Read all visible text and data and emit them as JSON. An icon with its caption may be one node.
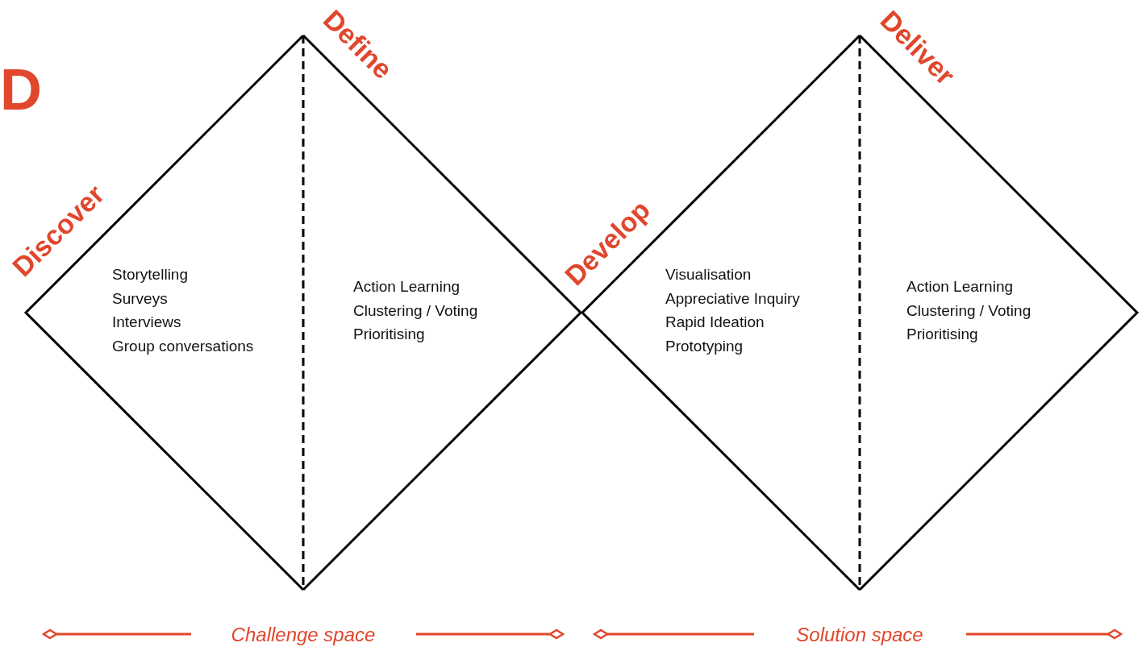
{
  "diagram": {
    "nodes": [
      {
        "text": [
          "Storytelling",
          "Surveys",
          "Interviews",
          "Group conversations"
        ]
      },
      {
        "text": [
          "Action Learning",
          "Clustering / Voting",
          "Prioritising"
        ]
      },
      {
        "text": [
          "Visualisation",
          "Appreciative Inquiry",
          "Rapid Ideation",
          "Prototyping"
        ]
      },
      {
        "text": [
          "Action Learning",
          "Clustering / Voting",
          "Prioritising"
        ]
      }
    ],
    "edges": [],
    "labels": [
      "D",
      "Define",
      "Deliver",
      "Discover",
      "Develop",
      "Challenge space",
      "Solution space"
    ]
  }
}
